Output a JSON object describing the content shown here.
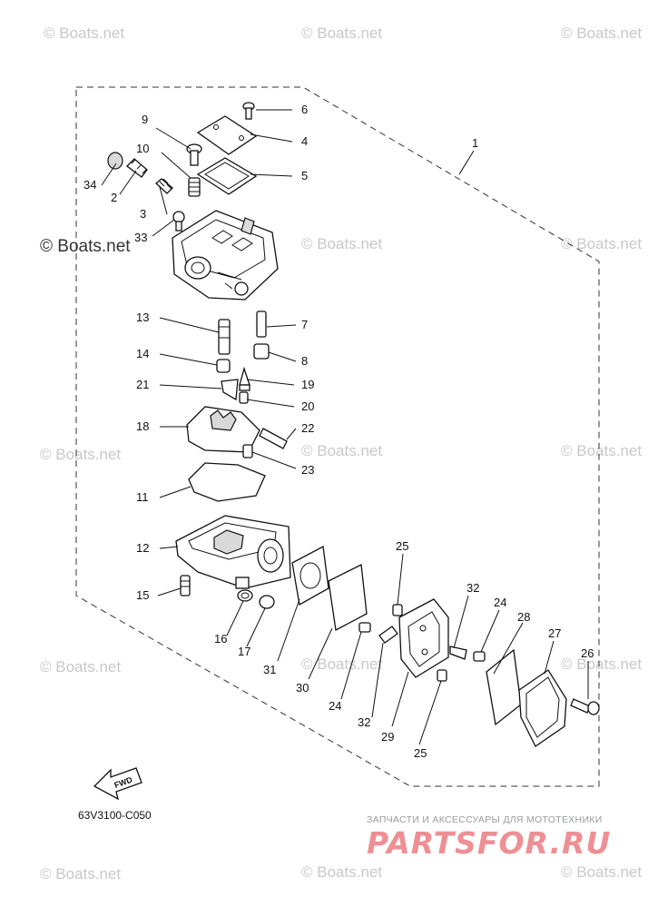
{
  "colors": {
    "watermark": "#c8c8c8",
    "brand": "#ee8f94",
    "ink": "#111111"
  },
  "watermark_text": "© Boats.net",
  "diagram_code": "63V3100-C050",
  "fwd_label": "FWD",
  "brand": {
    "subtitle": "ЗАПЧАСТИ И АКСЕССУАРЫ ДЛЯ МОТОТЕХНИКИ",
    "logo_text": "PARTSFOR.RU"
  },
  "callouts": [
    "1",
    "2",
    "3",
    "4",
    "5",
    "6",
    "7",
    "8",
    "9",
    "10",
    "11",
    "12",
    "13",
    "14",
    "15",
    "16",
    "17",
    "18",
    "19",
    "20",
    "21",
    "22",
    "23",
    "24",
    "24",
    "25",
    "25",
    "26",
    "27",
    "28",
    "29",
    "30",
    "31",
    "32",
    "32",
    "33",
    "34"
  ]
}
